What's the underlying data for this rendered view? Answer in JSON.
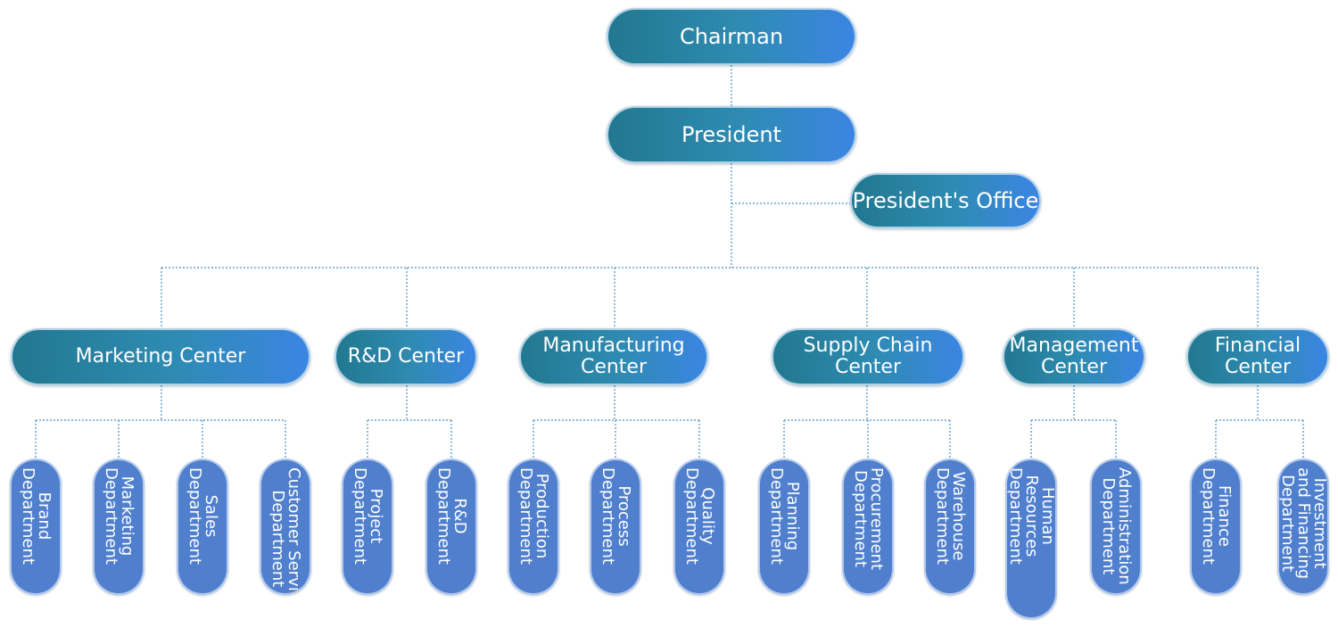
{
  "top": {
    "chairman": "Chairman",
    "president": "President",
    "presidents_office": "President's Office"
  },
  "centers": [
    {
      "id": "marketing",
      "label": "Marketing Center",
      "departments": [
        "Brand\nDepartment",
        "Marketing\nDepartment",
        "Sales\nDepartment",
        "Customer Service\nDepartment"
      ]
    },
    {
      "id": "rd",
      "label": "R&D Center",
      "departments": [
        "Project\nDepartment",
        "R&D\nDepartment"
      ]
    },
    {
      "id": "manufacturing",
      "label": "Manufacturing\nCenter",
      "departments": [
        "Production\nDepartment",
        "Process\nDepartment",
        "Quality\nDepartment"
      ]
    },
    {
      "id": "supply-chain",
      "label": "Supply Chain\nCenter",
      "departments": [
        "Planning\nDepartment",
        "Procurement\nDepartment",
        "Warehouse\nDepartment"
      ]
    },
    {
      "id": "management",
      "label": "Management\nCenter",
      "departments": [
        "Human\nResources\nDepartment",
        "Administration\nDepartment"
      ]
    },
    {
      "id": "financial",
      "label": "Financial\nCenter",
      "departments": [
        "Finance\nDepartment",
        "Investment\nand Financing\nDepartment"
      ]
    }
  ],
  "colors": {
    "pill_start": "#21788f",
    "pill_end": "#3b85e3",
    "department": "#4f7fcd",
    "connector": "#4a8fc6"
  }
}
